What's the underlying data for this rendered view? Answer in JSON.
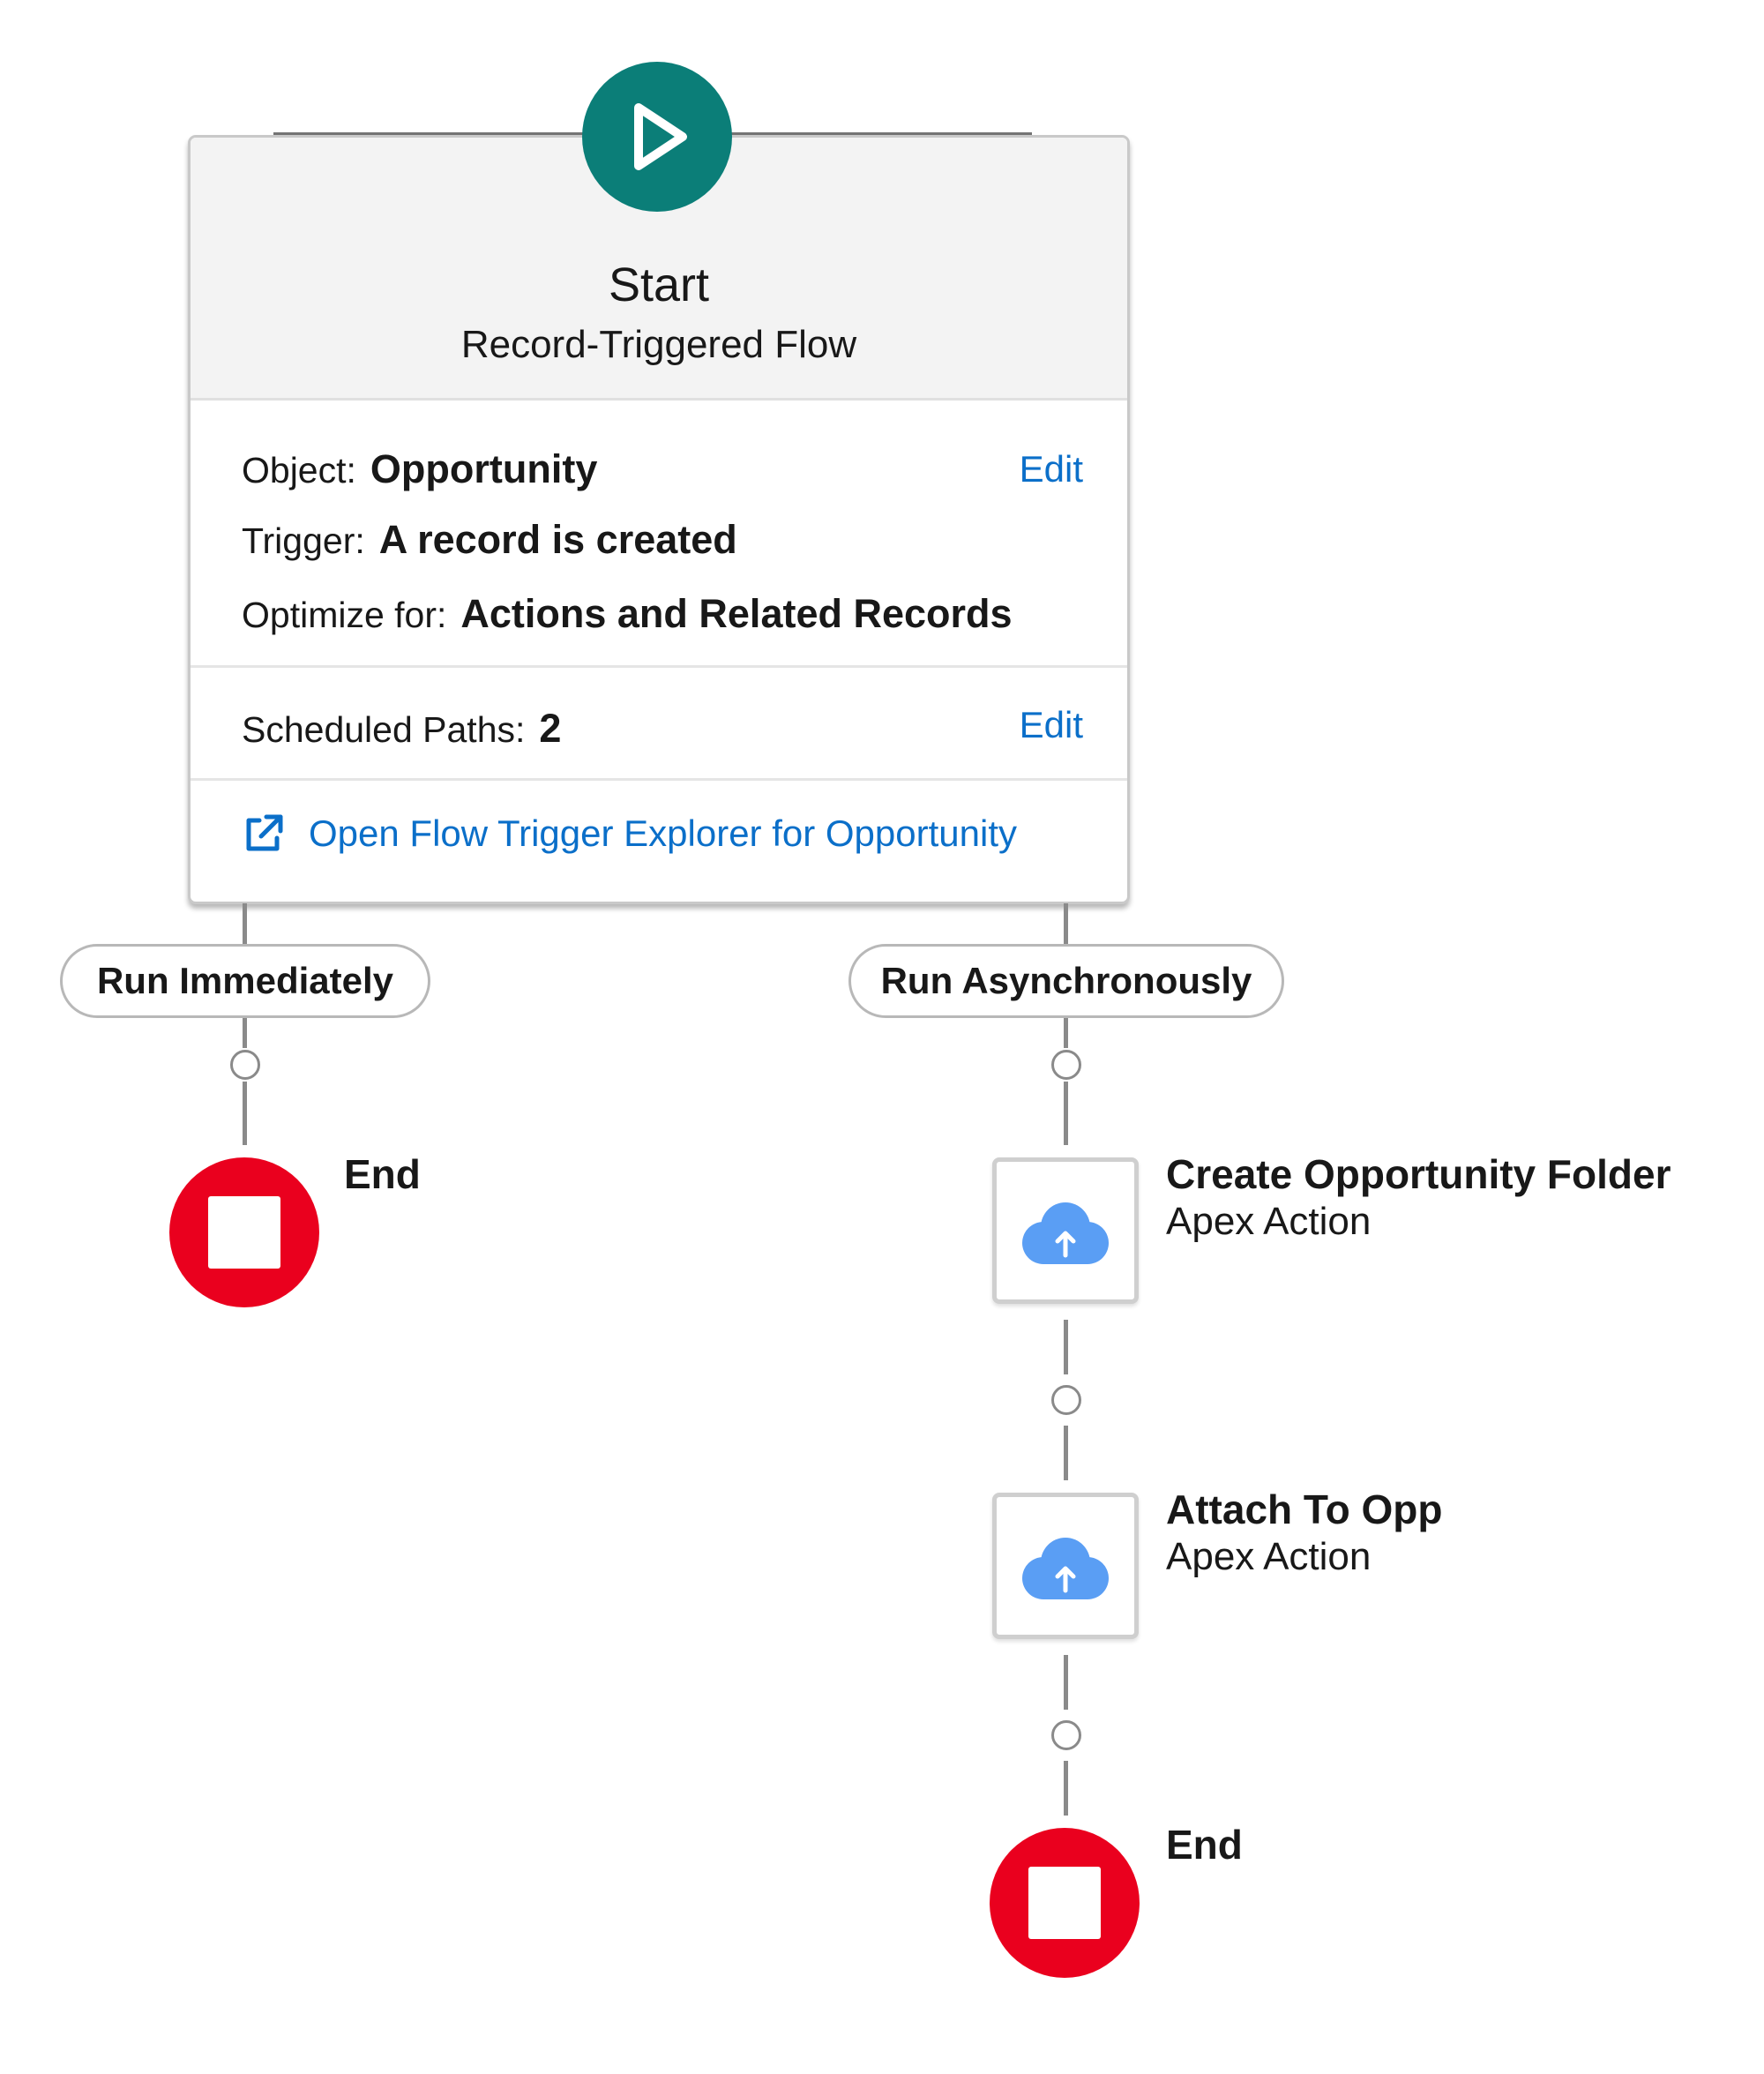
{
  "start": {
    "title": "Start",
    "subtitle": "Record-Triggered Flow",
    "object_label": "Object:",
    "object_value": "Opportunity",
    "trigger_label": "Trigger:",
    "trigger_value": "A record is created",
    "optimize_label": "Optimize for:",
    "optimize_value": "Actions and Related Records",
    "scheduled_label": "Scheduled Paths:",
    "scheduled_value": "2",
    "edit_label_1": "Edit",
    "edit_label_2": "Edit",
    "open_link_label": "Open Flow Trigger Explorer for Opportunity",
    "icon": "play-icon",
    "icon_color": "#0b7e78"
  },
  "paths": {
    "immediate_label": "Run Immediately",
    "async_label": "Run Asynchronously"
  },
  "nodes": {
    "end_left": {
      "title": "End",
      "icon": "stop-icon",
      "color": "#ea001e"
    },
    "action_1": {
      "title": "Create Opportunity Folder",
      "type": "Apex Action",
      "icon": "cloud-upload-icon",
      "color": "#5a9ef4"
    },
    "action_2": {
      "title": "Attach To Opp",
      "type": "Apex Action",
      "icon": "cloud-upload-icon",
      "color": "#5a9ef4"
    },
    "end_right": {
      "title": "End",
      "icon": "stop-icon",
      "color": "#ea001e"
    }
  },
  "colors": {
    "link": "#0b6fc9",
    "connector": "#8a8a8a"
  }
}
